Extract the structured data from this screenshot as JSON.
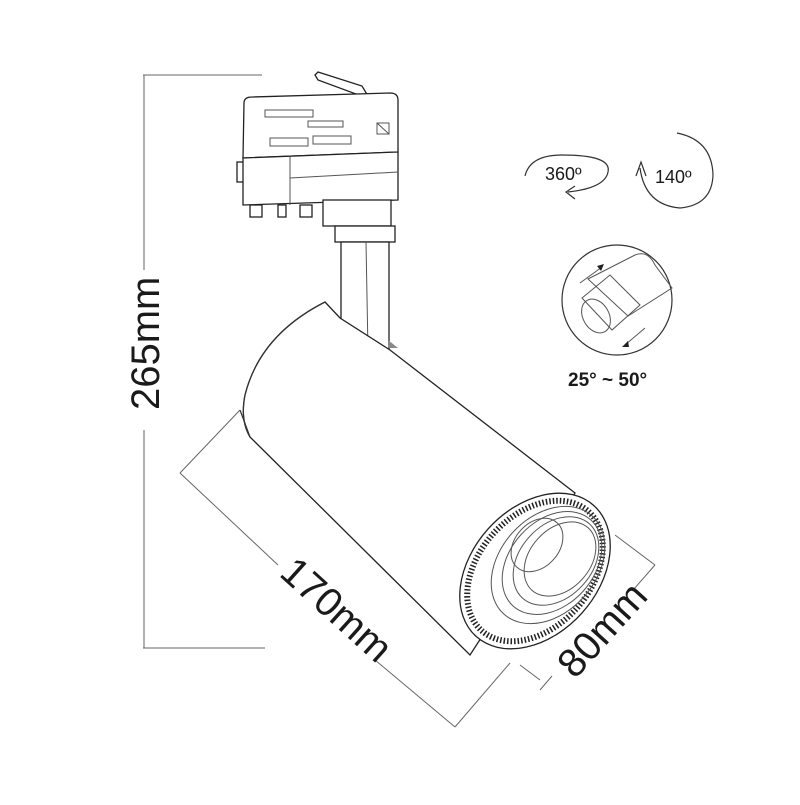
{
  "drawing": {
    "subject": "track spotlight",
    "dimensions": {
      "height_label": "265mm",
      "length_label": "170mm",
      "diameter_label": "80mm"
    },
    "features": {
      "rotation_label": "360º",
      "tilt_label": "140º",
      "beam_angle_label": "25° ~ 50°"
    },
    "icons": [
      "rotate-360-icon",
      "tilt-140-icon",
      "zoom-beam-angle-icon"
    ],
    "colors": {
      "line": "#222222",
      "dimension_line": "#666666",
      "background": "#ffffff"
    }
  }
}
